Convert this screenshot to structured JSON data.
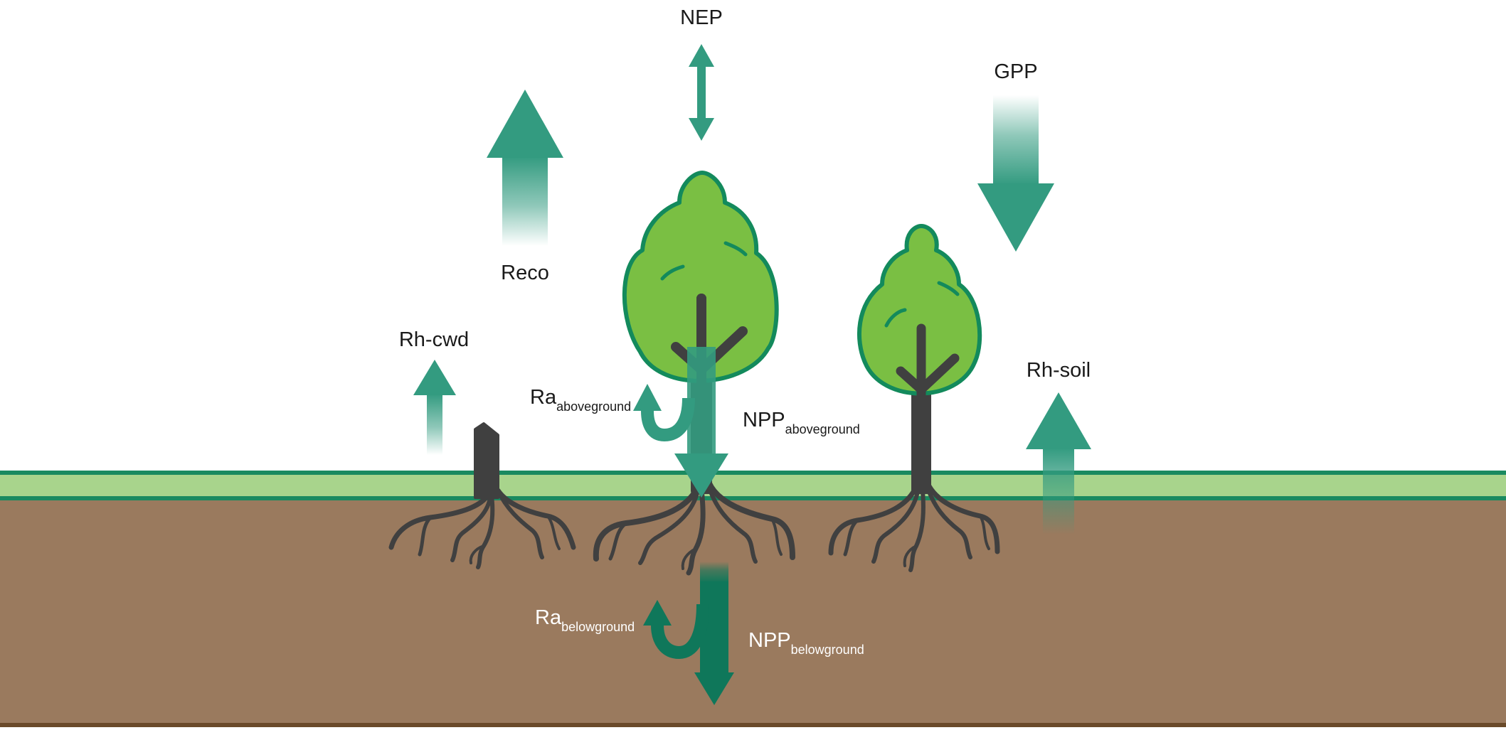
{
  "labels": {
    "nep": "NEP",
    "gpp": "GPP",
    "reco": "Reco",
    "rh_cwd": "Rh-cwd",
    "rh_soil": "Rh-soil",
    "ra_above_main": "Ra",
    "ra_above_sub": "aboveground",
    "npp_above_main": "NPP",
    "npp_above_sub": "aboveground",
    "ra_below_main": "Ra",
    "ra_below_sub": "belowground",
    "npp_below_main": "NPP",
    "npp_below_sub": "belowground"
  },
  "colors": {
    "arrow": "#339b80",
    "arrow_dark": "#0f775a",
    "canopy": "#7abf43",
    "canopy_outline": "#138a5c",
    "trunk": "#404040",
    "grass": "#a8d48c",
    "grass_line": "#1a8a60",
    "soil": "#9a7a5e",
    "soil_bottom": "#6a4a2a",
    "background": "#ffffff"
  }
}
